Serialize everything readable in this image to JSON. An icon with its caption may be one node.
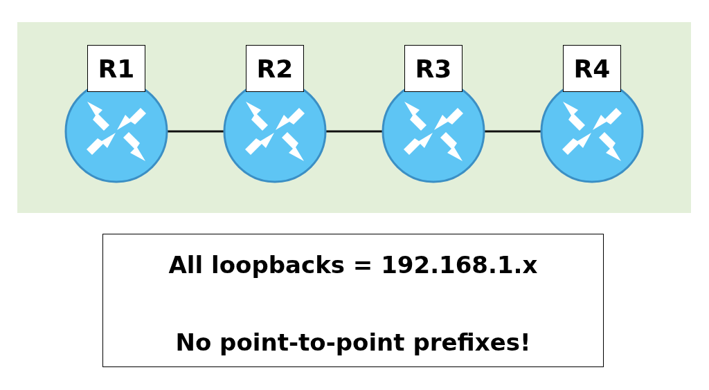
{
  "diagram": {
    "nodes": [
      {
        "text": [
          "R1"
        ]
      },
      {
        "text": [
          "R2"
        ]
      },
      {
        "text": [
          "R3"
        ]
      },
      {
        "text": [
          "R4"
        ]
      },
      {
        "text": [
          "All loopbacks = 192.168.1.x",
          "No point-to-point prefixes!"
        ]
      }
    ],
    "edges": [
      {
        "from": 0,
        "to": 1,
        "arrow": "none"
      },
      {
        "from": 1,
        "to": 2,
        "arrow": "none"
      },
      {
        "from": 2,
        "to": 3,
        "arrow": "none"
      }
    ]
  }
}
